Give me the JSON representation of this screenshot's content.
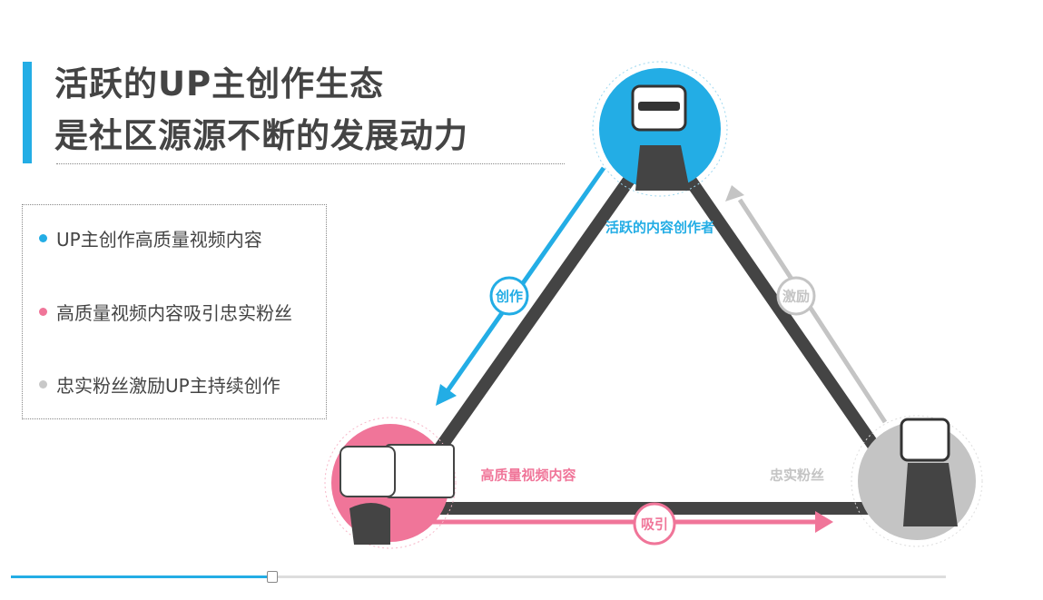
{
  "title": {
    "line1": "活跃的UP主创作生态",
    "line2": "是社区源源不断的发展动力"
  },
  "bullets": [
    {
      "text": "UP主创作高质量视频内容",
      "color": "#23ade5"
    },
    {
      "text": "高质量视频内容吸引忠实粉丝",
      "color": "#f07599"
    },
    {
      "text": "忠实粉丝激励UP主持续创作",
      "color": "#c8c8c8"
    }
  ],
  "diagram": {
    "nodes": [
      {
        "label": "活跃的内容创作者",
        "color": "#23ade5"
      },
      {
        "label": "高质量视频内容",
        "color": "#f07599"
      },
      {
        "label": "忠实粉丝",
        "color": "#c4c4c4"
      }
    ],
    "edges": [
      {
        "label": "创作",
        "color": "#23ade5"
      },
      {
        "label": "吸引",
        "color": "#f07599"
      },
      {
        "label": "激励",
        "color": "#c4c4c4"
      }
    ]
  },
  "progress": {
    "value": 0.28
  }
}
